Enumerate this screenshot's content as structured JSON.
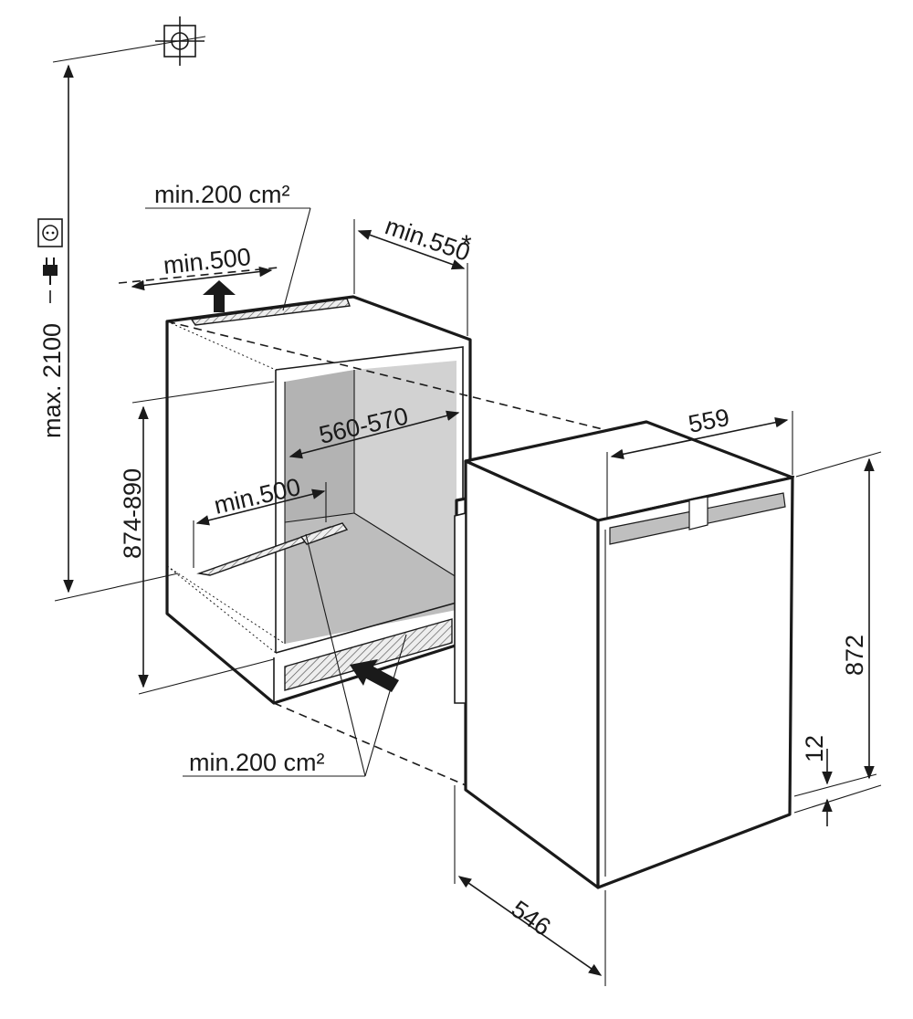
{
  "labels": {
    "max_height": "max. 2100",
    "vent_top_area": "min.200 cm²",
    "top_clearance": "min.500",
    "depth_min": "min.550",
    "depth_asterisk": "*",
    "niche_height": "874-890",
    "niche_width": "560-570",
    "floor_depth": "min.500",
    "vent_bottom_area": "min.200 cm²",
    "appliance_width": "559",
    "appliance_height": "872",
    "plinth_gap": "12",
    "appliance_depth": "546"
  },
  "icons": [
    "ceiling-socket-icon",
    "wall-socket-icon",
    "power-plug-icon",
    "air-outlet-arrow-icon",
    "air-inlet-arrow-icon"
  ],
  "colors": {
    "line": "#1a1a1a",
    "niche_interior": "#b3b3b3",
    "niche_side": "#d2d2d2",
    "niche_back": "#c2c2c2",
    "control_panel": "#bfbfbf"
  }
}
